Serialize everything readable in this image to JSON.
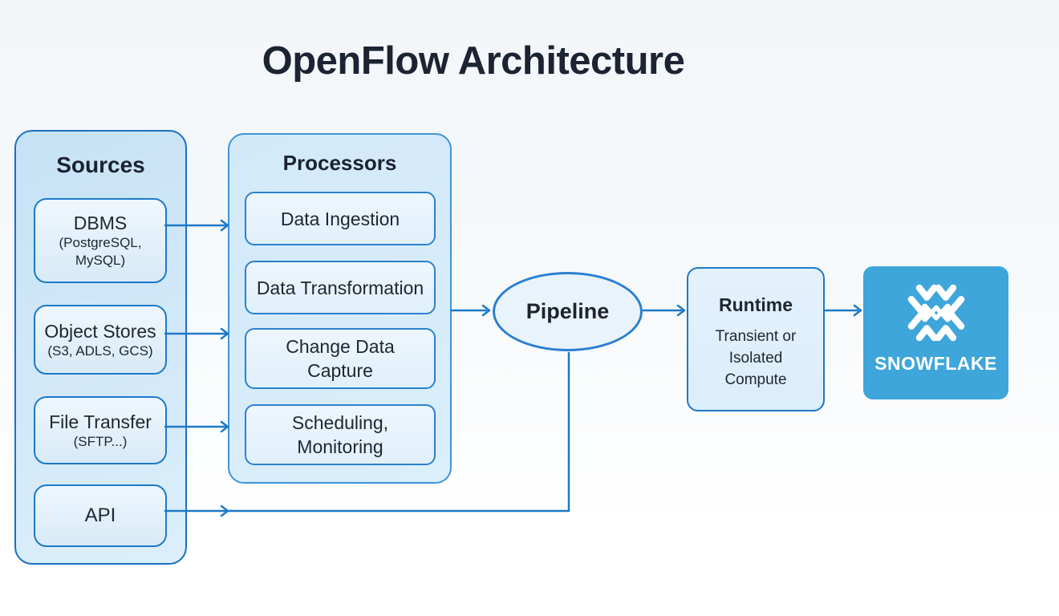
{
  "title": "OpenFlow Architecture",
  "colors": {
    "arrow_blue": "#1e79c6",
    "panel_border_blue": "#1a70c2",
    "panel_fill_light_blue": "#cfe6f7",
    "snowflake_brand_blue": "#3ea6da",
    "text_dark": "#1f2630"
  },
  "sources": {
    "header": "Sources",
    "items": [
      {
        "label": "DBMS",
        "sublabel": "(PostgreSQL, MySQL)"
      },
      {
        "label": "Object Stores",
        "sublabel": "(S3, ADLS, GCS)"
      },
      {
        "label": "File Transfer",
        "sublabel": "(SFTP...)"
      },
      {
        "label": "API",
        "sublabel": ""
      }
    ]
  },
  "processors": {
    "header": "Processors",
    "items": [
      {
        "label": "Data Ingestion"
      },
      {
        "label": "Data Transformation"
      },
      {
        "label": "Change Data Capture"
      },
      {
        "label": "Scheduling, Monitoring"
      }
    ]
  },
  "pipeline": {
    "label": "Pipeline"
  },
  "runtime": {
    "header": "Runtime",
    "description": "Transient or Isolated Compute"
  },
  "destination": {
    "brand": "SNOWFLAKE",
    "icon": "snowflake-logo"
  }
}
